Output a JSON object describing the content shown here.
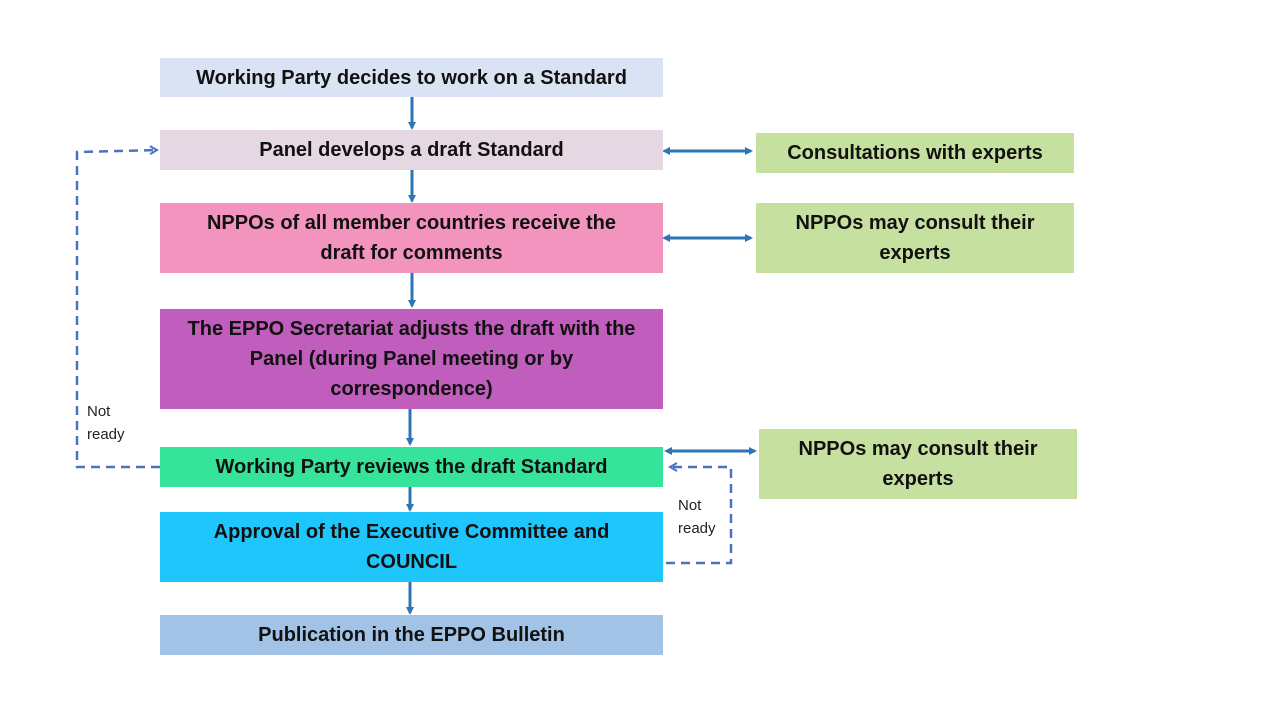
{
  "steps": [
    {
      "id": "decide",
      "text": "Working Party decides to work on a Standard",
      "color": "#dae3f3"
    },
    {
      "id": "develop",
      "text": "Panel develops a draft Standard",
      "color": "#e6d8e2"
    },
    {
      "id": "comments",
      "text": "NPPOs of all member countries receive the draft for comments",
      "color": "#f294bd"
    },
    {
      "id": "adjust",
      "text": "The EPPO Secretariat adjusts the draft with the Panel (during Panel meeting or by correspondence)",
      "color": "#c15dbd"
    },
    {
      "id": "review",
      "text": "Working Party reviews the draft Standard",
      "color": "#36e39a"
    },
    {
      "id": "approval",
      "text": "Approval of the Executive Committee and COUNCIL",
      "color": "#1ec6fb"
    },
    {
      "id": "publication",
      "text": "Publication in the EPPO Bulletin",
      "color": "#a2c3e6"
    }
  ],
  "side_boxes": [
    {
      "id": "consult-experts",
      "text": "Consultations with experts",
      "color": "#c6e0a0"
    },
    {
      "id": "nppo-consult-1",
      "text": "NPPOs may consult their experts",
      "color": "#c6e0a0"
    },
    {
      "id": "nppo-consult-2",
      "text": "NPPOs may consult their experts",
      "color": "#c6e0a0"
    }
  ],
  "notes": {
    "not_ready_left": "Not ready",
    "not_ready_right": "Not ready"
  },
  "colors": {
    "arrow": "#2e75b6",
    "dashed": "#4a72c4"
  }
}
